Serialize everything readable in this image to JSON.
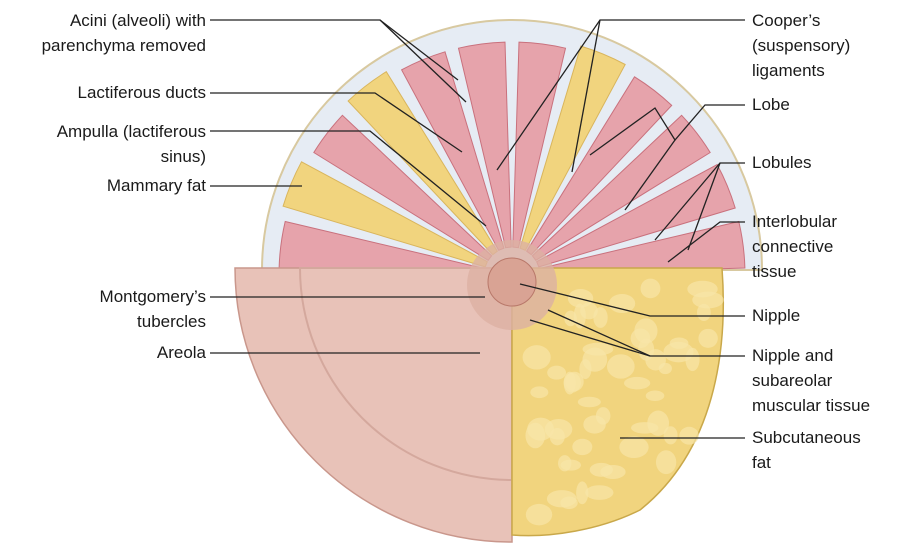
{
  "left_labels": {
    "acini_1": "Acini (alveoli) with",
    "acini_2": "parenchyma removed",
    "ducts": "Lactiferous ducts",
    "ampulla_1": "Ampulla (lactiferous",
    "ampulla_2": "sinus)",
    "fat": "Mammary fat",
    "montgomery_1": "Montgomery’s",
    "montgomery_2": "tubercles",
    "areola": "Areola"
  },
  "right_labels": {
    "cooper_1": "Cooper’s",
    "cooper_2": "(suspensory)",
    "cooper_3": "ligaments",
    "lobe": "Lobe",
    "lobules": "Lobules",
    "interlobular_1": "Interlobular",
    "interlobular_2": "connective",
    "interlobular_3": "tissue",
    "nipple": "Nipple",
    "subareolar_1": "Nipple and",
    "subareolar_2": "subareolar",
    "subareolar_3": "muscular tissue",
    "subcutaneous_1": "Subcutaneous",
    "subcutaneous_2": "fat"
  },
  "colors": {
    "lobe": "#e6a3ab",
    "fat": "#f1d47e",
    "ligament": "#e6ecf4",
    "skin": "#e8c2b8",
    "nipple": "#d9a394"
  }
}
